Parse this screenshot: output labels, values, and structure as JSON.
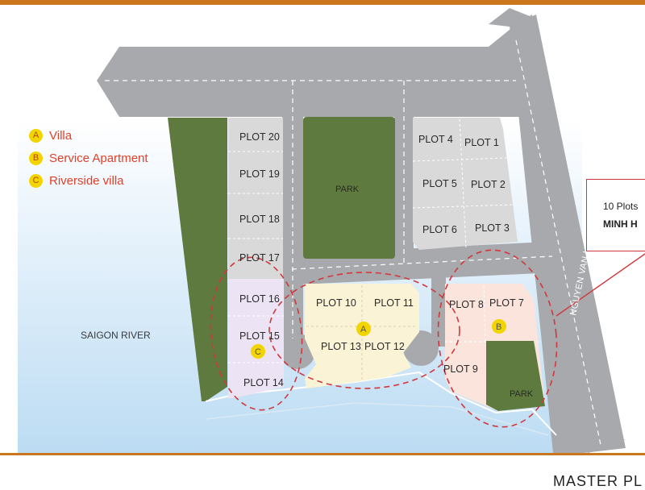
{
  "legend": [
    {
      "badge": "A",
      "label": "Villa"
    },
    {
      "badge": "B",
      "label": "Service Apartment"
    },
    {
      "badge": "C",
      "label": "Riverside villa"
    }
  ],
  "plots": {
    "p1": "PLOT 1",
    "p2": "PLOT 2",
    "p3": "PLOT 3",
    "p4": "PLOT 4",
    "p5": "PLOT 5",
    "p6": "PLOT 6",
    "p7": "PLOT 7",
    "p8": "PLOT 8",
    "p9": "PLOT 9",
    "p10": "PLOT 10",
    "p11": "PLOT 11",
    "p12": "PLOT 12",
    "p13": "PLOT 13",
    "p14": "PLOT 14",
    "p15": "PLOT 15",
    "p16": "PLOT 16",
    "p17": "PLOT 17",
    "p18": "PLOT 18",
    "p19": "PLOT 19",
    "p20": "PLOT 20"
  },
  "parks": {
    "central": "PARK",
    "east": "PARK"
  },
  "zones": {
    "a": "A",
    "b": "B",
    "c": "C"
  },
  "river_label": "SAIGON RIVER",
  "street_label": "NGUYEN VAN HUONG STREET",
  "callout": {
    "line1": "10 Plots",
    "line2": "MINH H"
  },
  "footer": {
    "title": "MASTER PL"
  },
  "colors": {
    "road": "#a7a9ac",
    "road_edge": "#8c8e91",
    "park": "#5e7a3e",
    "plot_gray": "#d9d9d9",
    "villa_zone": "#fbf3d6",
    "service_zone": "#fbe4dc",
    "riverside_zone": "#ece4f4",
    "river": "#cfe6f6",
    "dash_red": "#d0383e",
    "badge": "#f2d500",
    "frame": "#c9761e"
  }
}
